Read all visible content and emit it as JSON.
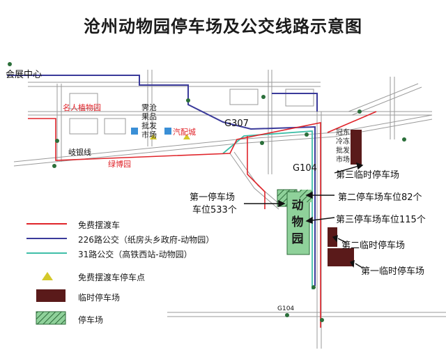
{
  "title": "沧州动物园停车场及公交线路示意图",
  "places": {
    "expo_center": "会展中心",
    "flower_garden": "名人植物园",
    "fruit_market": "霁沧果品批发市场",
    "auto_city": "汽配城",
    "expo_park": "绿博园",
    "zoo": "动物园",
    "frozen_market": "冠东冷冻批发市场"
  },
  "roads": {
    "g307": "G307",
    "g104": "G104",
    "g104_bottom": "G104",
    "qiyin": "岐银线"
  },
  "parking": {
    "lot1": "第一停车场",
    "lot1_spaces": "车位533个",
    "lot2": "第二停车场车位82个",
    "lot3": "第三停车场车位115个",
    "temp1": "第一临时停车场",
    "temp2": "第二临时停车场",
    "temp3": "第三临时停车场"
  },
  "legend": {
    "shuttle": "免费摆渡车",
    "bus226": "226路公交（纸房头乡政府-动物园）",
    "bus31": "31路公交（高铁西站-动物园）",
    "shuttle_stop": "免费摆渡车停车点",
    "temp_parking": "临时停车场",
    "parking": "停车场"
  },
  "colors": {
    "shuttle": "#e0242a",
    "bus226": "#3a3a9a",
    "bus31": "#3fbfa8",
    "zoo_green": "#8fd19a",
    "temp_brown": "#5a1a1a",
    "shuttle_stop": "#d4c82a"
  }
}
